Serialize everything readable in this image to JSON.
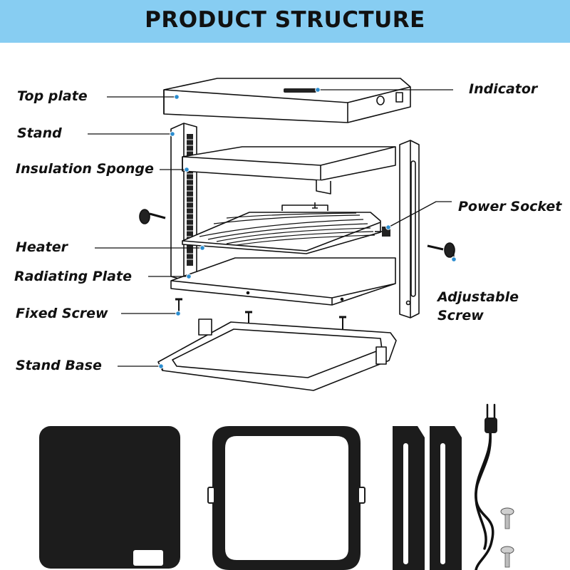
{
  "title": "PRODUCT STRUCTURE",
  "labels": {
    "top_plate": "Top plate",
    "stand": "Stand",
    "insulation_sponge": "Insulation Sponge",
    "heater": "Heater",
    "radiating_plate": "Radiating Plate",
    "fixed_screw": "Fixed Screw",
    "stand_base": "Stand Base",
    "indicator": "Indicator",
    "power_socket": "Power Socket",
    "adjustable_screw_line1": "Adjustable",
    "adjustable_screw_line2": "Screw"
  },
  "colors": {
    "banner": "#87cdf2",
    "leader_dot": "#2a8ccf",
    "part_black": "#1c1c1c"
  }
}
